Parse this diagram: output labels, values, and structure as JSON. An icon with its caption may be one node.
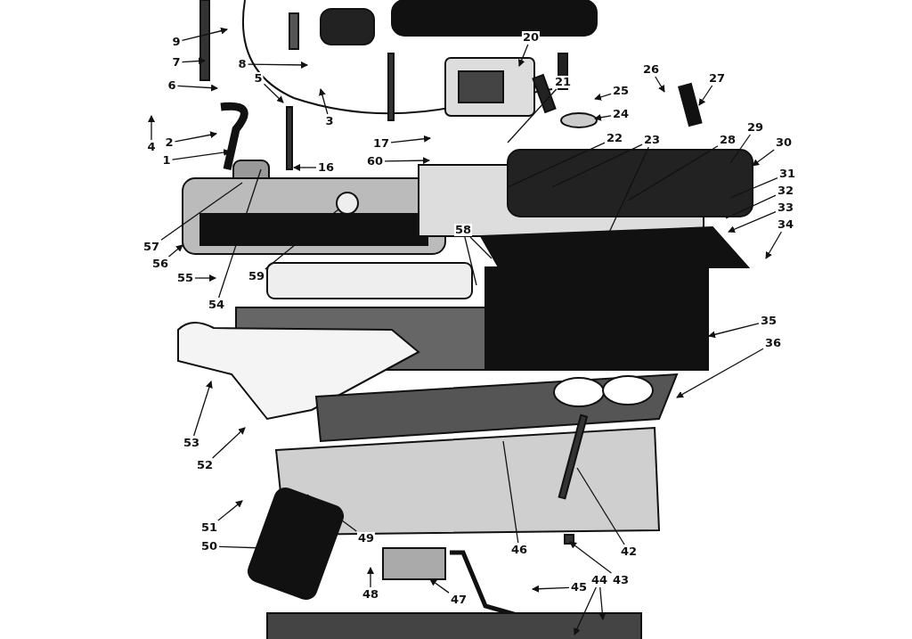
{
  "diagram": {
    "nodes": [
      {
        "text": [
          "9"
        ]
      },
      {
        "text": [
          "20"
        ]
      },
      {
        "text": [
          "7"
        ]
      },
      {
        "text": [
          "8"
        ]
      },
      {
        "text": [
          "26"
        ]
      },
      {
        "text": [
          "27"
        ]
      },
      {
        "text": [
          "6"
        ]
      },
      {
        "text": [
          "5"
        ]
      },
      {
        "text": [
          "25"
        ]
      },
      {
        "text": [
          "21"
        ]
      },
      {
        "text": [
          "3"
        ]
      },
      {
        "text": [
          "24"
        ]
      },
      {
        "text": [
          "29"
        ]
      },
      {
        "text": [
          "4"
        ]
      },
      {
        "text": [
          "2"
        ]
      },
      {
        "text": [
          "30"
        ]
      },
      {
        "text": [
          "17"
        ]
      },
      {
        "text": [
          "22"
        ]
      },
      {
        "text": [
          "23"
        ]
      },
      {
        "text": [
          "28"
        ]
      },
      {
        "text": [
          "1"
        ]
      },
      {
        "text": [
          "31"
        ]
      },
      {
        "text": [
          "16"
        ]
      },
      {
        "text": [
          "60"
        ]
      },
      {
        "text": [
          "32"
        ]
      },
      {
        "text": [
          "33"
        ]
      },
      {
        "text": [
          "57"
        ]
      },
      {
        "text": [
          "34"
        ]
      },
      {
        "text": [
          "56"
        ]
      },
      {
        "text": [
          "58"
        ]
      },
      {
        "text": [
          "59"
        ]
      },
      {
        "text": [
          "55"
        ]
      },
      {
        "text": [
          "54"
        ]
      },
      {
        "text": [
          "35"
        ]
      },
      {
        "text": [
          "36"
        ]
      },
      {
        "text": [
          "53"
        ]
      },
      {
        "text": [
          "52"
        ]
      },
      {
        "text": [
          "51"
        ]
      },
      {
        "text": [
          "50"
        ]
      },
      {
        "text": [
          "49"
        ]
      },
      {
        "text": [
          "46"
        ]
      },
      {
        "text": [
          "42"
        ]
      },
      {
        "text": [
          "48"
        ]
      },
      {
        "text": [
          "47"
        ]
      },
      {
        "text": [
          "45"
        ]
      },
      {
        "text": [
          "44"
        ]
      },
      {
        "text": [
          "43"
        ]
      }
    ],
    "edges": [
      {
        "from": 0,
        "to": null,
        "arrow": "to"
      },
      {
        "from": 1,
        "to": null,
        "arrow": "to"
      },
      {
        "from": 2,
        "to": null,
        "arrow": "to"
      },
      {
        "from": 3,
        "to": null,
        "arrow": "to"
      },
      {
        "from": 4,
        "to": null,
        "arrow": "to"
      },
      {
        "from": 5,
        "to": null,
        "arrow": "to"
      },
      {
        "from": 6,
        "to": null,
        "arrow": "to"
      },
      {
        "from": 7,
        "to": null,
        "arrow": "to"
      },
      {
        "from": 8,
        "to": null,
        "arrow": "to"
      },
      {
        "from": 9,
        "to": null,
        "arrow": "none"
      },
      {
        "from": 10,
        "to": null,
        "arrow": "to"
      },
      {
        "from": 11,
        "to": null,
        "arrow": "to"
      },
      {
        "from": 12,
        "to": null,
        "arrow": "none"
      },
      {
        "from": 13,
        "to": null,
        "arrow": "to"
      },
      {
        "from": 14,
        "to": null,
        "arrow": "to"
      },
      {
        "from": 15,
        "to": null,
        "arrow": "to"
      },
      {
        "from": 16,
        "to": null,
        "arrow": "to"
      },
      {
        "from": 17,
        "to": null,
        "arrow": "none"
      },
      {
        "from": 18,
        "to": null,
        "arrow": "none"
      },
      {
        "from": 18,
        "to": null,
        "arrow": "none"
      },
      {
        "from": 19,
        "to": null,
        "arrow": "none"
      },
      {
        "from": 20,
        "to": null,
        "arrow": "to"
      },
      {
        "from": 21,
        "to": null,
        "arrow": "none"
      },
      {
        "from": 22,
        "to": null,
        "arrow": "to"
      },
      {
        "from": 23,
        "to": null,
        "arrow": "to"
      },
      {
        "from": 24,
        "to": null,
        "arrow": "none"
      },
      {
        "from": 25,
        "to": null,
        "arrow": "to"
      },
      {
        "from": 26,
        "to": null,
        "arrow": "none"
      },
      {
        "from": 27,
        "to": null,
        "arrow": "to"
      },
      {
        "from": 28,
        "to": null,
        "arrow": "to"
      },
      {
        "from": 29,
        "to": null,
        "arrow": "none"
      },
      {
        "from": 29,
        "to": null,
        "arrow": "none"
      },
      {
        "from": 30,
        "to": null,
        "arrow": "none"
      },
      {
        "from": 31,
        "to": null,
        "arrow": "to"
      },
      {
        "from": 32,
        "to": null,
        "arrow": "none"
      },
      {
        "from": 33,
        "to": null,
        "arrow": "to"
      },
      {
        "from": 34,
        "to": null,
        "arrow": "to"
      },
      {
        "from": 35,
        "to": null,
        "arrow": "to"
      },
      {
        "from": 36,
        "to": null,
        "arrow": "to"
      },
      {
        "from": 37,
        "to": null,
        "arrow": "to"
      },
      {
        "from": 38,
        "to": null,
        "arrow": "to"
      },
      {
        "from": 39,
        "to": null,
        "arrow": "none"
      },
      {
        "from": 40,
        "to": null,
        "arrow": "none"
      },
      {
        "from": 41,
        "to": null,
        "arrow": "none"
      },
      {
        "from": 42,
        "to": null,
        "arrow": "to"
      },
      {
        "from": 43,
        "to": null,
        "arrow": "to"
      },
      {
        "from": 44,
        "to": null,
        "arrow": "to"
      },
      {
        "from": 45,
        "to": null,
        "arrow": "to"
      },
      {
        "from": 45,
        "to": null,
        "arrow": "to"
      },
      {
        "from": 46,
        "to": null,
        "arrow": "to"
      }
    ]
  }
}
